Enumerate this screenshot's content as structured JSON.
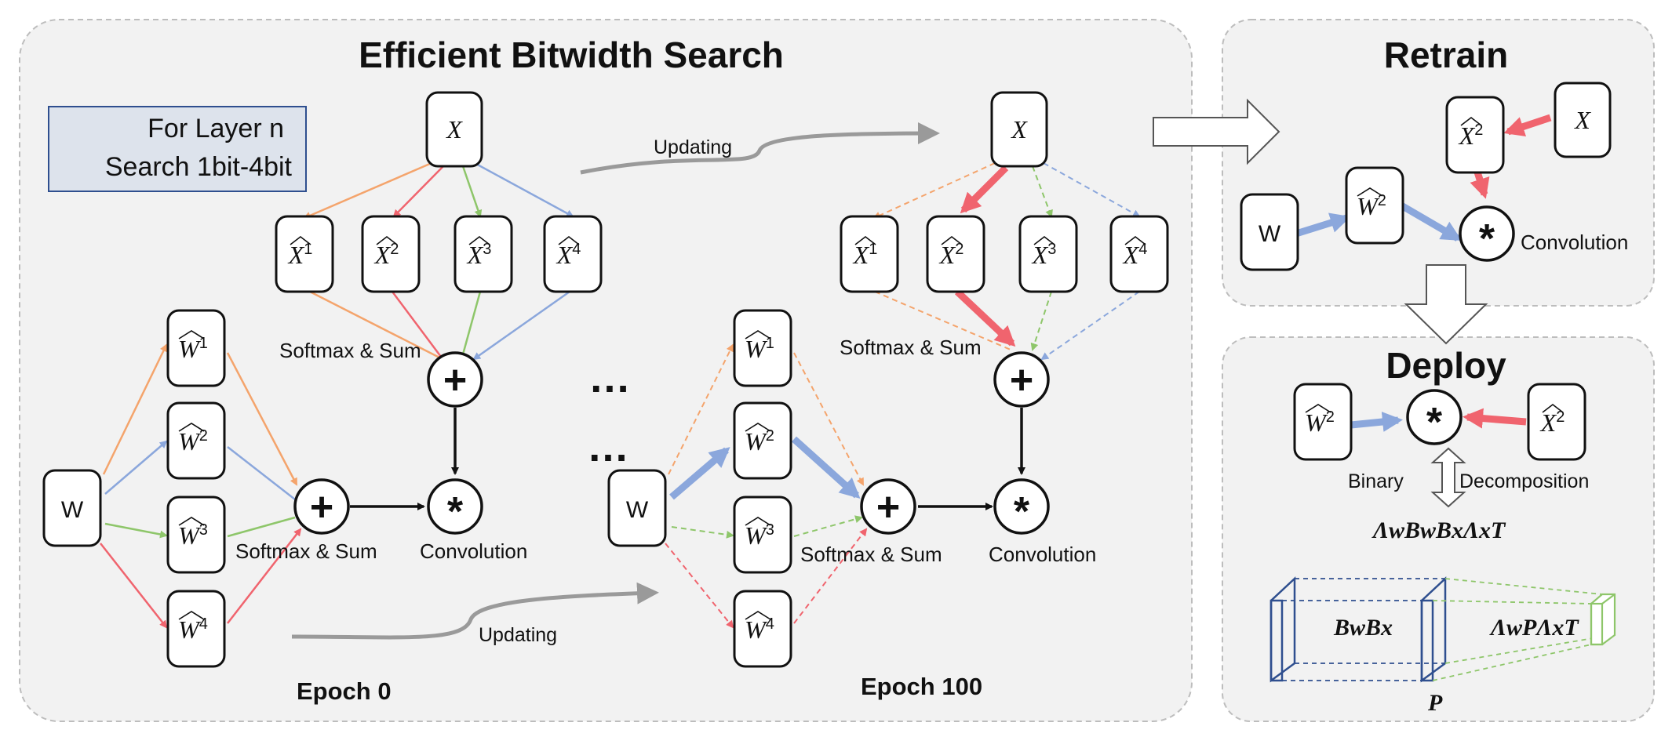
{
  "panels": {
    "search": {
      "title": "Efficient Bitwidth Search"
    },
    "retrain": {
      "title": "Retrain"
    },
    "deploy": {
      "title": "Deploy"
    }
  },
  "layer_box": {
    "line1": "For Layer n",
    "line2": "Search 1bit-4bit"
  },
  "epochs": {
    "first": "Epoch 0",
    "last": "Epoch 100"
  },
  "labels": {
    "updating": "Updating",
    "softmax_sum": "Softmax & Sum",
    "convolution": "Convolution",
    "binary": "Binary",
    "decomposition": "Decomposition",
    "dots": "…"
  },
  "nodes": {
    "x": "X",
    "w": "W",
    "x_hat": [
      "X",
      "X",
      "X",
      "X"
    ],
    "w_hat": [
      "W",
      "W",
      "W",
      "W"
    ],
    "superscripts": [
      "1",
      "2",
      "3",
      "4"
    ]
  },
  "ops": {
    "plus": "+",
    "star": "*"
  },
  "math": {
    "decomp": "ΛwBwBxΛxT",
    "bwbx": "BwBx",
    "lpl": "ΛwPΛxT",
    "p": "P"
  },
  "colors": {
    "bit1": "#f4a46c",
    "bit2": "#f0646e",
    "bit3": "#8ec66a",
    "bit4": "#8ba7dc",
    "weight_sel": "#8ba7dc",
    "act_sel": "#f0646e",
    "update_arrow": "#9a9a9a",
    "cube_blue": "#2f4f8f",
    "cube_green": "#8ec66a"
  }
}
